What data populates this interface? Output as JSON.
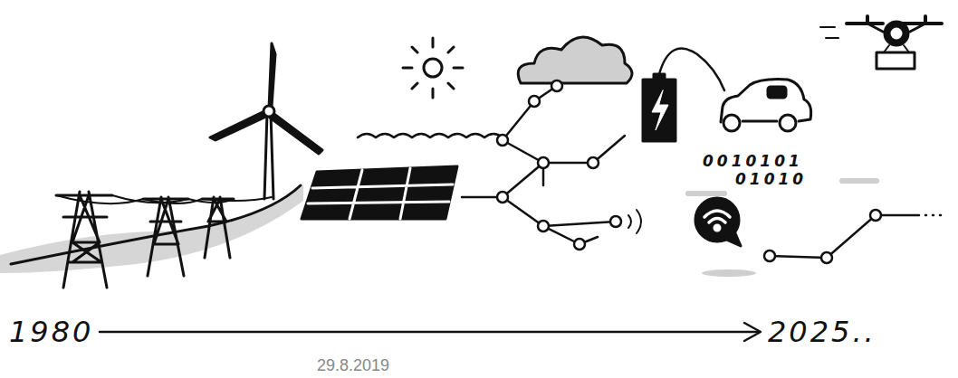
{
  "diagram": {
    "labels": [
      "1980",
      "2025..",
      "29.8.2019",
      "0010101",
      "01010"
    ]
  }
}
